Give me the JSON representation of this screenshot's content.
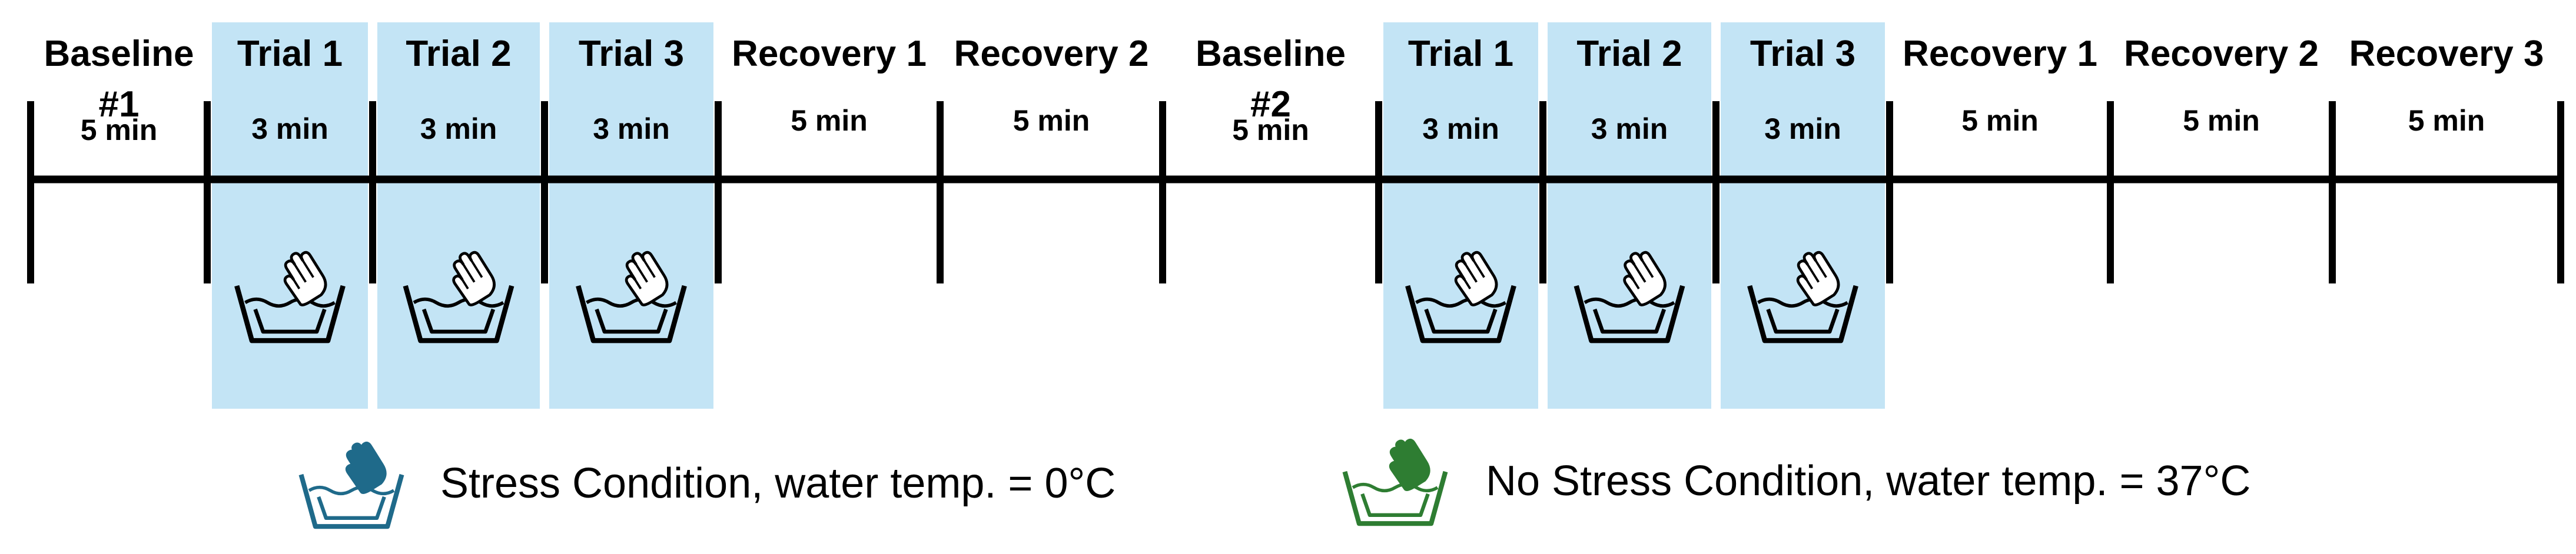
{
  "colors": {
    "trial_fill": "#C3E4F5",
    "line": "#000000",
    "stress_icon": "#1F6A8A",
    "no_stress_icon": "#2E7D32"
  },
  "timeline": {
    "stages": [
      {
        "label": "Baseline",
        "sub": "#1",
        "duration": "5 min",
        "kind": "baseline"
      },
      {
        "label": "Trial 1",
        "duration": "3 min",
        "kind": "trial",
        "icon": "hand-in-water-basin-icon"
      },
      {
        "label": "Trial 2",
        "duration": "3 min",
        "kind": "trial",
        "icon": "hand-in-water-basin-icon"
      },
      {
        "label": "Trial 3",
        "duration": "3 min",
        "kind": "trial",
        "icon": "hand-in-water-basin-icon"
      },
      {
        "label": "Recovery 1",
        "duration": "5 min",
        "kind": "recovery"
      },
      {
        "label": "Recovery 2",
        "duration": "5 min",
        "kind": "recovery"
      },
      {
        "label": "Baseline",
        "sub": "#2",
        "duration": "5 min",
        "kind": "baseline"
      },
      {
        "label": "Trial 1",
        "duration": "3 min",
        "kind": "trial",
        "icon": "hand-in-water-basin-icon"
      },
      {
        "label": "Trial 2",
        "duration": "3 min",
        "kind": "trial",
        "icon": "hand-in-water-basin-icon"
      },
      {
        "label": "Trial 3",
        "duration": "3 min",
        "kind": "trial",
        "icon": "hand-in-water-basin-icon"
      },
      {
        "label": "Recovery 1",
        "duration": "5 min",
        "kind": "recovery"
      },
      {
        "label": "Recovery 2",
        "duration": "5 min",
        "kind": "recovery"
      },
      {
        "label": "Recovery 3",
        "duration": "5 min",
        "kind": "recovery"
      }
    ]
  },
  "legend": {
    "stress": {
      "label": "Stress Condition,  water temp. = 0°C",
      "icon": "hand-in-water-basin-icon"
    },
    "no_stress": {
      "label": "No Stress Condition, water temp. = 37°C",
      "icon": "hand-in-water-basin-icon"
    }
  }
}
